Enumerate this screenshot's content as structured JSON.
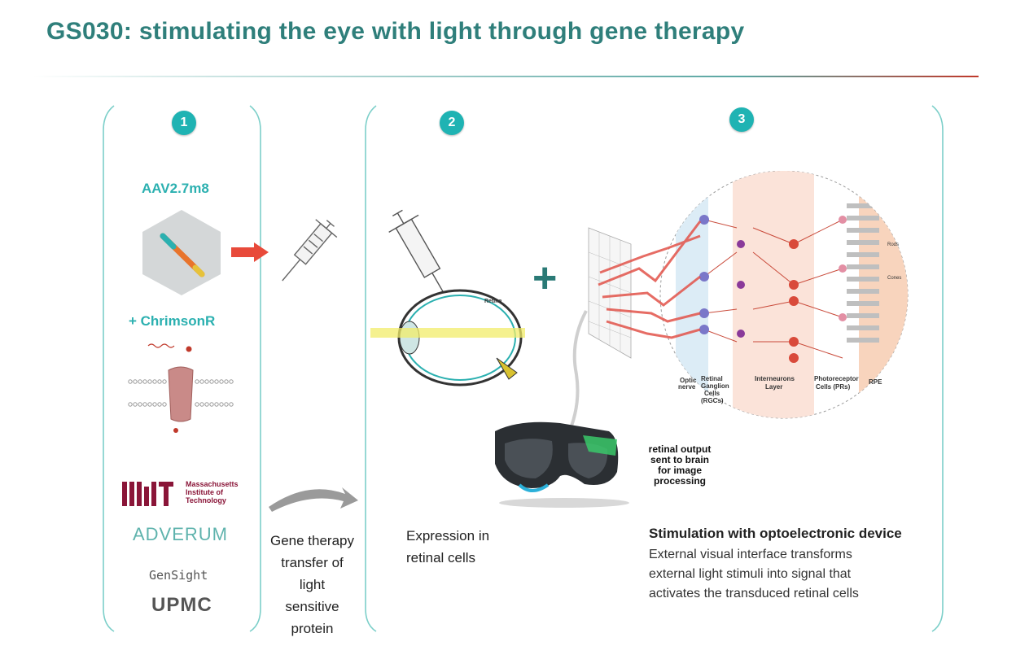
{
  "title": "GS030: stimulating  the eye with light  through  gene therapy",
  "colors": {
    "title": "#2f7f7b",
    "teal": "#1fb3b3",
    "accent_red": "#c0392b",
    "arrow_red": "#e84a3a"
  },
  "steps": [
    {
      "num": "1"
    },
    {
      "num": "2"
    },
    {
      "num": "3"
    }
  ],
  "panel1": {
    "vector_label": "AAV2.7m8",
    "protein_label": "+ ChrimsonR",
    "logos": {
      "mit_lines": [
        "Massachusetts",
        "Institute of",
        "Technology"
      ],
      "adverum": "ADVERUM",
      "gensight": "GenSight",
      "upmc": "UPMC"
    }
  },
  "gene_therapy_caption": [
    "Gene therapy",
    "transfer of",
    "light",
    "sensitive",
    "protein"
  ],
  "panel2": {
    "caption": [
      "Expression in",
      "retinal cells"
    ],
    "eye_labels": {
      "retina": "Retina"
    }
  },
  "panel3": {
    "goggles_caption": [
      "retinal output",
      "sent to brain",
      "for image",
      "processing"
    ],
    "retina_labels": {
      "optic_nerve": [
        "Optic",
        "nerve"
      ],
      "rgc": [
        "Retinal",
        "Ganglion",
        "Cells",
        "(RGCs)"
      ],
      "interneurons": [
        "Interneurons",
        "Layer"
      ],
      "photoreceptor": [
        "Photoreceptor",
        "Cells (PRs)"
      ],
      "rpe": "RPE",
      "rods": "Rods",
      "cones": "Cones"
    },
    "caption_title": "Stimulation with optoelectronic device",
    "caption_body": [
      "External visual interface transforms",
      "external light stimuli into signal that",
      "activates the transduced  retinal cells"
    ]
  }
}
